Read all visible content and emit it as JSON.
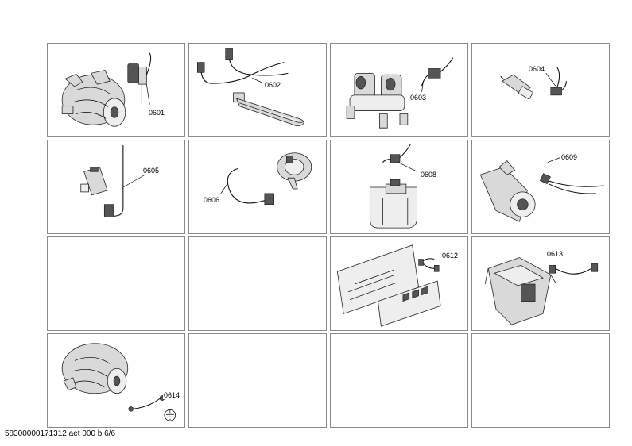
{
  "cells": [
    {
      "id": "0601",
      "label": "0601"
    },
    {
      "id": "0602",
      "label": "0602"
    },
    {
      "id": "0603",
      "label": "0603"
    },
    {
      "id": "0604",
      "label": "0604"
    },
    {
      "id": "0605",
      "label": "0605"
    },
    {
      "id": "0606",
      "label": "0606"
    },
    {
      "id": "0608",
      "label": "0608"
    },
    {
      "id": "0609",
      "label": "0609"
    },
    {
      "id": "0612",
      "label": "0612"
    },
    {
      "id": "0613",
      "label": "0613"
    },
    {
      "id": "0614",
      "label": "0614"
    }
  ],
  "footer": "58300000171312 aet 000 b 6/6"
}
